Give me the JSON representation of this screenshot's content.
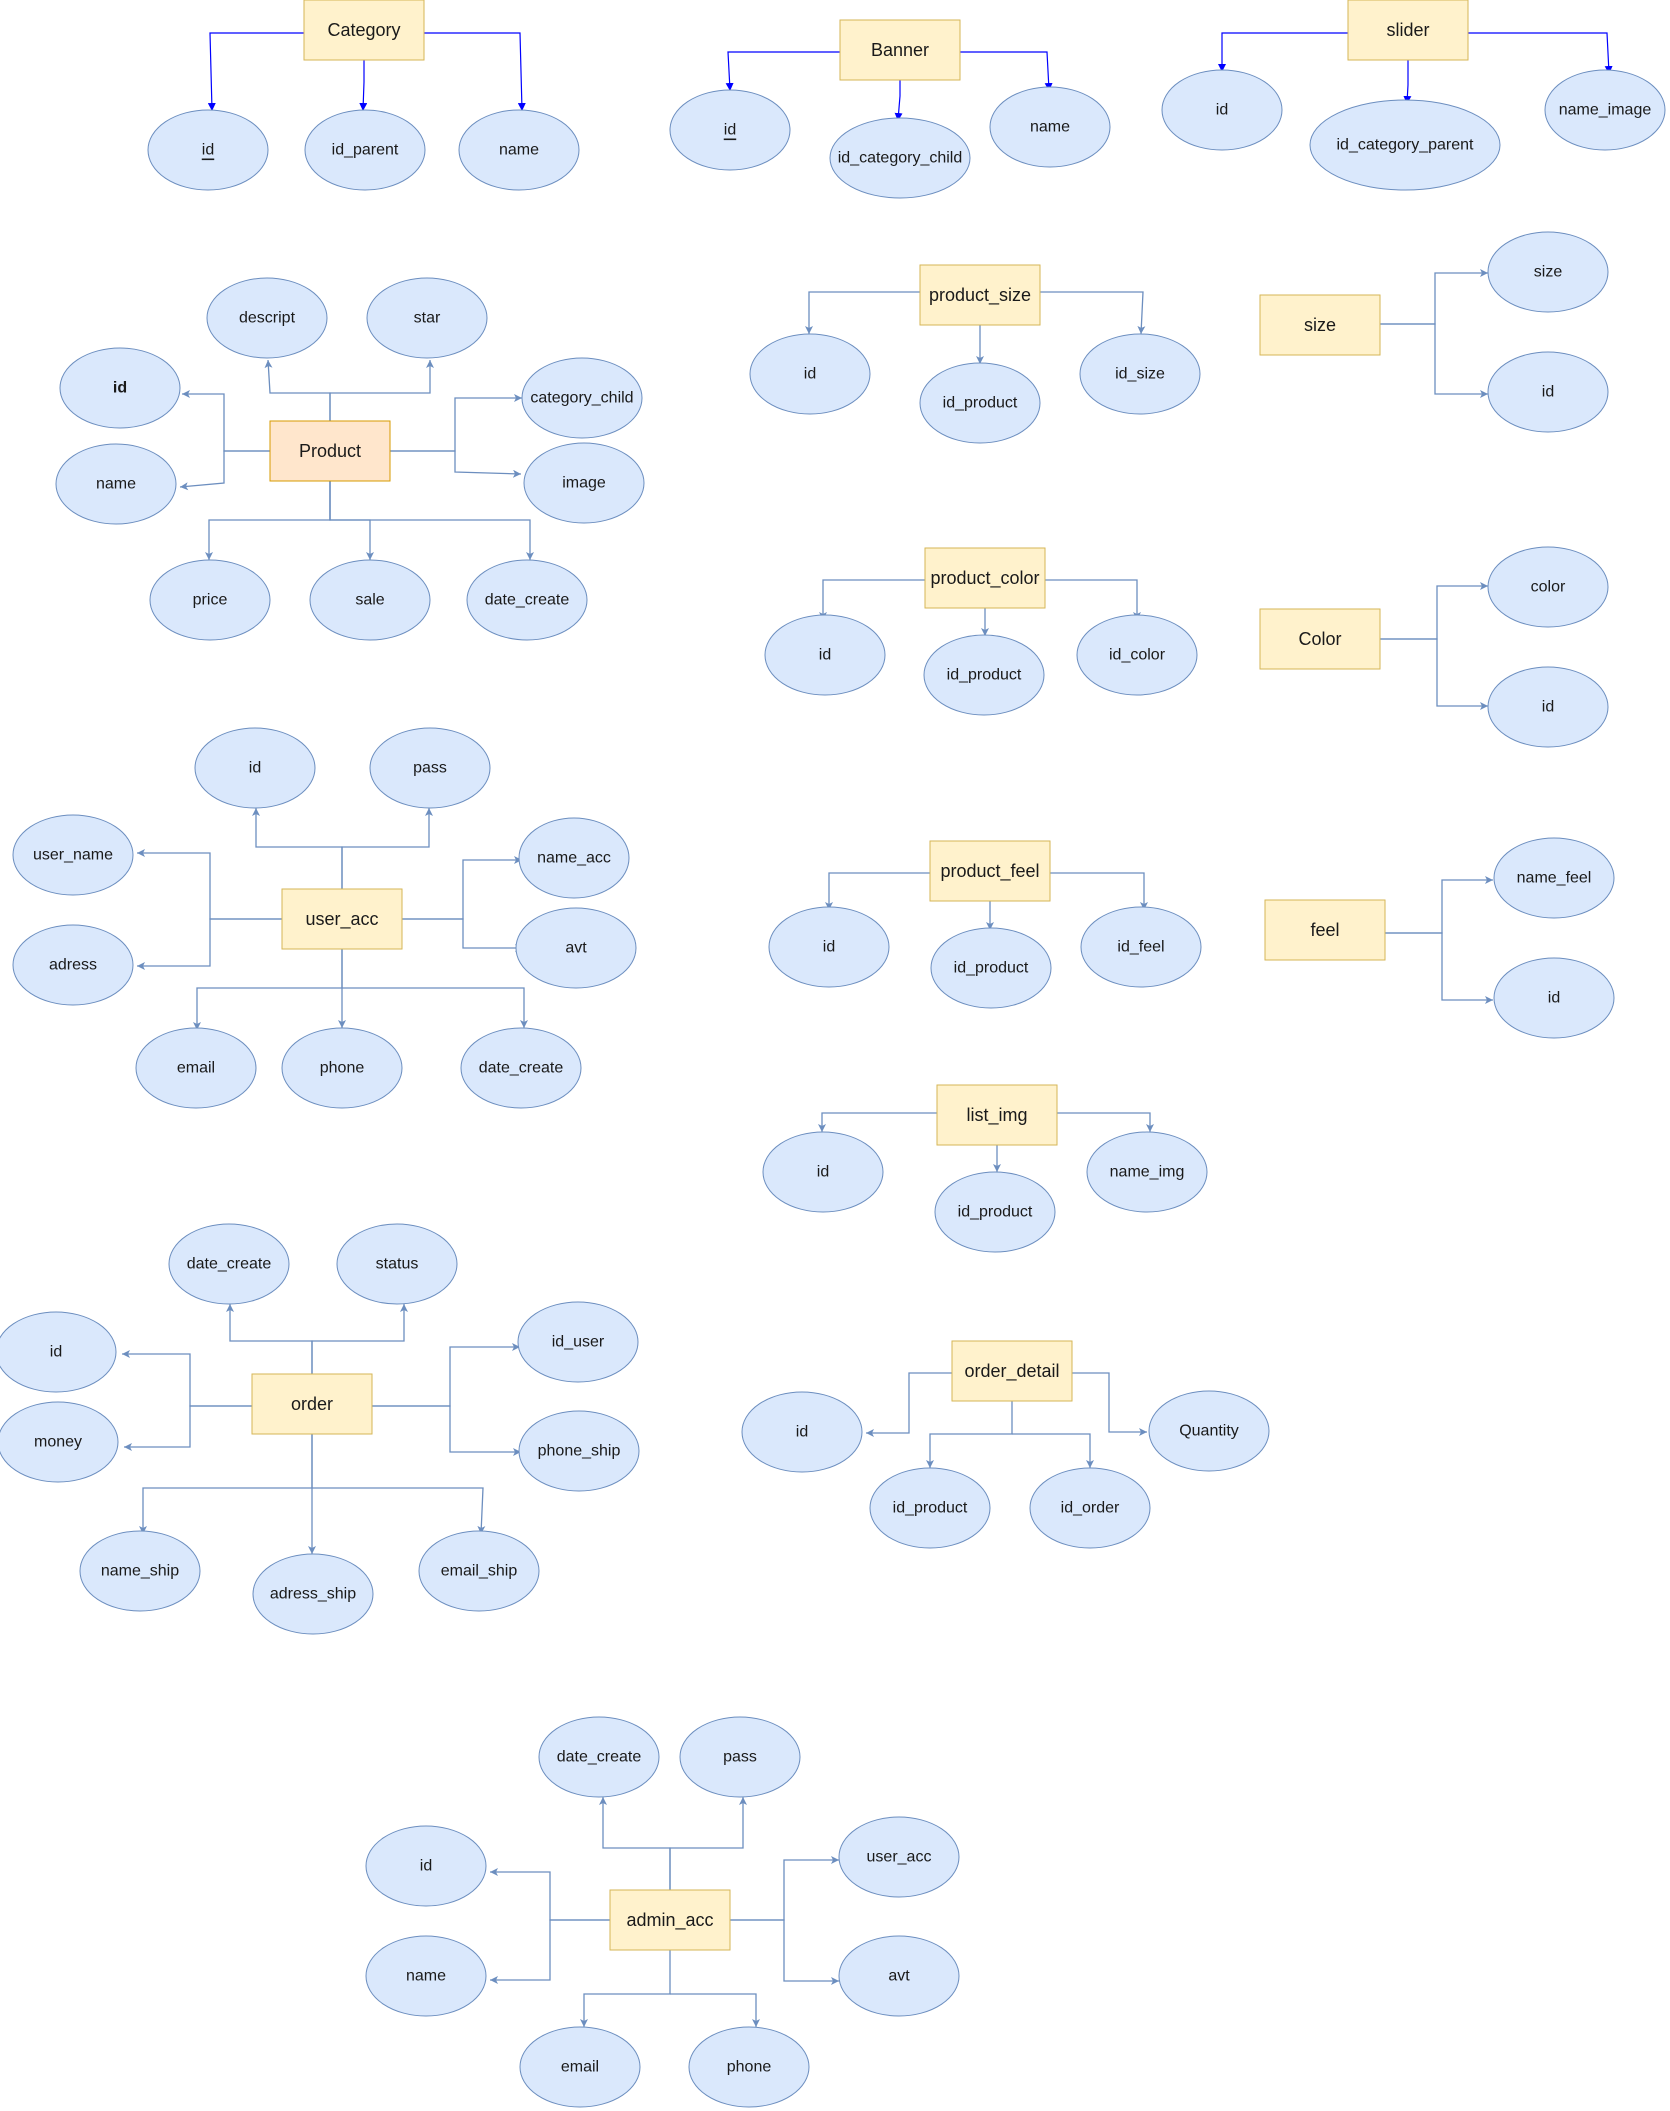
{
  "colors": {
    "entity_fill": "#fff2cc",
    "entity_stroke": "#d6b656",
    "product_fill": "#ffe6cc",
    "product_stroke": "#d79b00",
    "attr_fill": "#dae8fc",
    "attr_stroke": "#6c8ebf",
    "edge_blue": "#0000ff",
    "edge_steel": "#6c8ebf",
    "text": "#1a1a1a"
  },
  "entities": [
    {
      "id": "category",
      "label": "Category"
    },
    {
      "id": "banner",
      "label": "Banner"
    },
    {
      "id": "slider",
      "label": "slider"
    },
    {
      "id": "product",
      "label": "Product"
    },
    {
      "id": "product_size",
      "label": "product_size"
    },
    {
      "id": "size",
      "label": "size"
    },
    {
      "id": "product_color",
      "label": "product_color"
    },
    {
      "id": "color",
      "label": "Color"
    },
    {
      "id": "user_acc",
      "label": "user_acc"
    },
    {
      "id": "product_feel",
      "label": "product_feel"
    },
    {
      "id": "feel",
      "label": "feel"
    },
    {
      "id": "list_img",
      "label": "list_img"
    },
    {
      "id": "order",
      "label": "order"
    },
    {
      "id": "order_detail",
      "label": "order_detail"
    },
    {
      "id": "admin_acc",
      "label": "admin_acc"
    }
  ],
  "attributes": [
    {
      "entity": "category",
      "label": "id",
      "underline": true
    },
    {
      "entity": "category",
      "label": "id_parent"
    },
    {
      "entity": "category",
      "label": "name"
    },
    {
      "entity": "banner",
      "label": "id",
      "underline": true
    },
    {
      "entity": "banner",
      "label": "id_category_child"
    },
    {
      "entity": "banner",
      "label": "name"
    },
    {
      "entity": "slider",
      "label": "id"
    },
    {
      "entity": "slider",
      "label": "id_category_parent"
    },
    {
      "entity": "slider",
      "label": "name_image"
    },
    {
      "entity": "product",
      "label": "descript"
    },
    {
      "entity": "product",
      "label": "star"
    },
    {
      "entity": "product",
      "label": "id",
      "bold": true
    },
    {
      "entity": "product",
      "label": "name"
    },
    {
      "entity": "product",
      "label": "category_child"
    },
    {
      "entity": "product",
      "label": "image"
    },
    {
      "entity": "product",
      "label": "price"
    },
    {
      "entity": "product",
      "label": "sale"
    },
    {
      "entity": "product",
      "label": "date_create"
    },
    {
      "entity": "product_size",
      "label": "id"
    },
    {
      "entity": "product_size",
      "label": "id_product"
    },
    {
      "entity": "product_size",
      "label": "id_size"
    },
    {
      "entity": "size",
      "label": "size"
    },
    {
      "entity": "size",
      "label": "id"
    },
    {
      "entity": "product_color",
      "label": "id"
    },
    {
      "entity": "product_color",
      "label": "id_product"
    },
    {
      "entity": "product_color",
      "label": "id_color"
    },
    {
      "entity": "color",
      "label": "color"
    },
    {
      "entity": "color",
      "label": "id"
    },
    {
      "entity": "user_acc",
      "label": "id"
    },
    {
      "entity": "user_acc",
      "label": "pass"
    },
    {
      "entity": "user_acc",
      "label": "user_name"
    },
    {
      "entity": "user_acc",
      "label": "adress"
    },
    {
      "entity": "user_acc",
      "label": "name_acc"
    },
    {
      "entity": "user_acc",
      "label": "avt"
    },
    {
      "entity": "user_acc",
      "label": "email"
    },
    {
      "entity": "user_acc",
      "label": "phone"
    },
    {
      "entity": "user_acc",
      "label": "date_create"
    },
    {
      "entity": "product_feel",
      "label": "id"
    },
    {
      "entity": "product_feel",
      "label": "id_product"
    },
    {
      "entity": "product_feel",
      "label": "id_feel"
    },
    {
      "entity": "feel",
      "label": "name_feel"
    },
    {
      "entity": "feel",
      "label": "id"
    },
    {
      "entity": "list_img",
      "label": "id"
    },
    {
      "entity": "list_img",
      "label": "id_product"
    },
    {
      "entity": "list_img",
      "label": "name_img"
    },
    {
      "entity": "order",
      "label": "date_create"
    },
    {
      "entity": "order",
      "label": "status"
    },
    {
      "entity": "order",
      "label": "id"
    },
    {
      "entity": "order",
      "label": "money"
    },
    {
      "entity": "order",
      "label": "id_user"
    },
    {
      "entity": "order",
      "label": "phone_ship"
    },
    {
      "entity": "order",
      "label": "name_ship"
    },
    {
      "entity": "order",
      "label": "adress_ship"
    },
    {
      "entity": "order",
      "label": "email_ship"
    },
    {
      "entity": "order_detail",
      "label": "id"
    },
    {
      "entity": "order_detail",
      "label": "id_product"
    },
    {
      "entity": "order_detail",
      "label": "id_order"
    },
    {
      "entity": "order_detail",
      "label": "Quantity"
    },
    {
      "entity": "admin_acc",
      "label": "date_create"
    },
    {
      "entity": "admin_acc",
      "label": "pass"
    },
    {
      "entity": "admin_acc",
      "label": "id"
    },
    {
      "entity": "admin_acc",
      "label": "name"
    },
    {
      "entity": "admin_acc",
      "label": "user_acc"
    },
    {
      "entity": "admin_acc",
      "label": "avt"
    },
    {
      "entity": "admin_acc",
      "label": "email"
    },
    {
      "entity": "admin_acc",
      "label": "phone"
    }
  ]
}
